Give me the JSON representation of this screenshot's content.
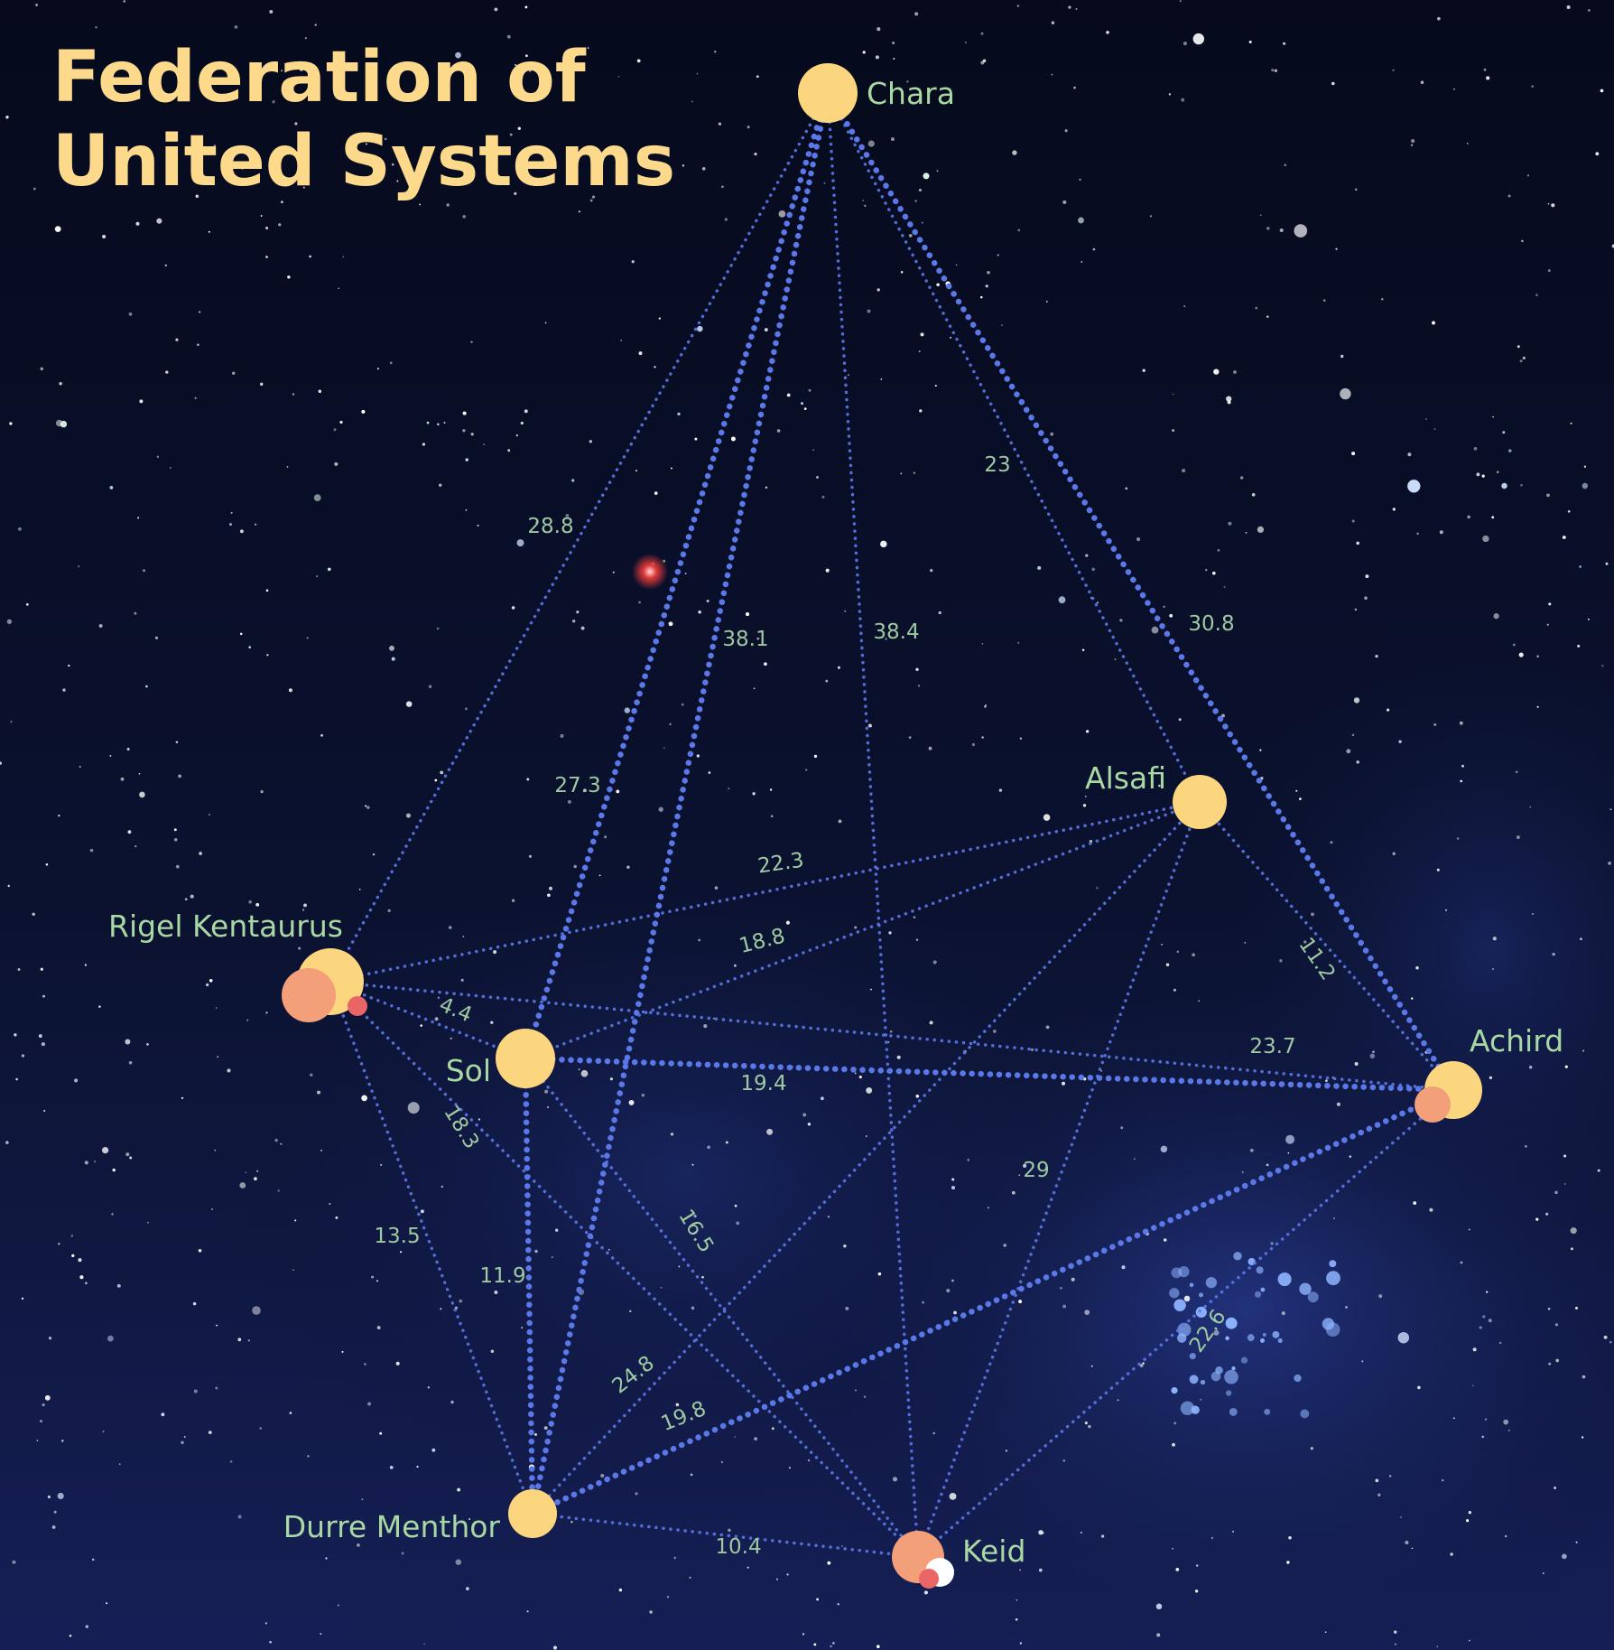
{
  "title": {
    "line1": "Federation of",
    "line2": "United Systems"
  },
  "colors": {
    "yellow_star": "#fcd67e",
    "orange_star": "#f29f7a",
    "red_star": "#ea6565",
    "white_star": "#ffffff",
    "route": "#5b78e8",
    "label": "#a8d8a3",
    "title": "#fcd98b"
  },
  "systems": [
    {
      "id": "chara",
      "label": "Chara"
    },
    {
      "id": "alsafi",
      "label": "Alsafi"
    },
    {
      "id": "rigel",
      "label": "Rigel Kentaurus"
    },
    {
      "id": "sol",
      "label": "Sol"
    },
    {
      "id": "achird",
      "label": "Achird"
    },
    {
      "id": "durre",
      "label": "Durre Menthor"
    },
    {
      "id": "keid",
      "label": "Keid"
    }
  ],
  "routes": [
    {
      "from": "chara",
      "to": "rigel",
      "distance": "28.8",
      "weight": "thin"
    },
    {
      "from": "chara",
      "to": "durre",
      "distance": "38.1",
      "weight": "thick"
    },
    {
      "from": "chara",
      "to": "sol",
      "distance": "27.3",
      "weight": "thick"
    },
    {
      "from": "chara",
      "to": "keid",
      "distance": "38.4",
      "weight": "thin"
    },
    {
      "from": "chara",
      "to": "alsafi",
      "distance": "23",
      "weight": "thin"
    },
    {
      "from": "chara",
      "to": "achird",
      "distance": "30.8",
      "weight": "thick"
    },
    {
      "from": "alsafi",
      "to": "rigel",
      "distance": "22.3",
      "weight": "thin"
    },
    {
      "from": "alsafi",
      "to": "sol",
      "distance": "18.8",
      "weight": "thin"
    },
    {
      "from": "alsafi",
      "to": "achird",
      "distance": "11.2",
      "weight": "thin"
    },
    {
      "from": "alsafi",
      "to": "durre",
      "distance": "",
      "weight": "thin"
    },
    {
      "from": "alsafi",
      "to": "keid",
      "distance": "29",
      "weight": "thin"
    },
    {
      "from": "rigel",
      "to": "sol",
      "distance": "4.4",
      "weight": "thin"
    },
    {
      "from": "rigel",
      "to": "achird",
      "distance": "23.7",
      "weight": "thin"
    },
    {
      "from": "rigel",
      "to": "keid",
      "distance": "18.3",
      "weight": "thin"
    },
    {
      "from": "rigel",
      "to": "durre",
      "distance": "13.5",
      "weight": "thin"
    },
    {
      "from": "sol",
      "to": "achird",
      "distance": "19.4",
      "weight": "thick"
    },
    {
      "from": "sol",
      "to": "durre",
      "distance": "11.9",
      "weight": "thick"
    },
    {
      "from": "sol",
      "to": "keid",
      "distance": "16.5",
      "weight": "thin"
    },
    {
      "from": "durre",
      "to": "achird",
      "distance": "24.8",
      "weight": "thick"
    },
    {
      "from": "achird",
      "to": "keid",
      "distance": "22.6",
      "weight": "thin"
    },
    {
      "from": "durre",
      "to": "keid",
      "distance": "10.4",
      "weight": "thin"
    },
    {
      "from": "durre",
      "to": "alsafi",
      "distance": "19.8",
      "weight": "none"
    }
  ]
}
